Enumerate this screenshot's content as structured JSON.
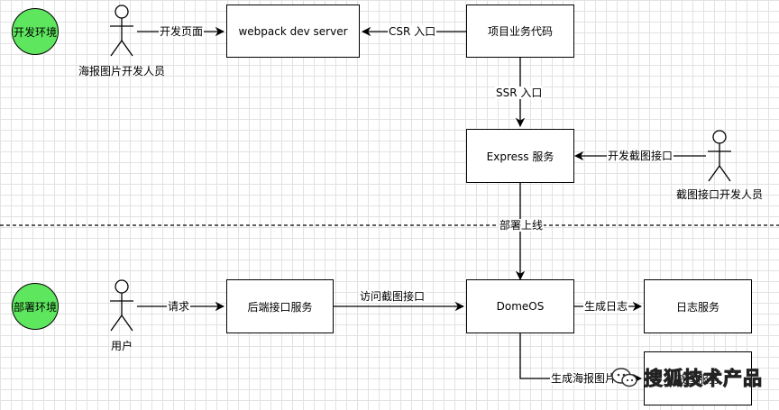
{
  "environments": {
    "dev": "开发环境",
    "deploy": "部署环境"
  },
  "actors": {
    "poster_dev": "海报图片开发人员",
    "screenshot_dev": "截图接口开发人员",
    "user": "用户"
  },
  "nodes": {
    "webpack": "webpack dev server",
    "project_code": "项目业务代码",
    "express": "Express 服务",
    "backend": "后端接口服务",
    "domeos": "DomeOS",
    "log_service": "日志服务",
    "screenshot_service": "截图服务"
  },
  "edges": {
    "dev_page": "开发页面",
    "csr_entry": "CSR 入口",
    "ssr_entry": "SSR 入口",
    "dev_api": "开发截图接口",
    "deploy_online": "部署上线",
    "request": "请求",
    "access_api": "访问截图接口",
    "gen_log": "生成日志",
    "gen_poster": "生成海报图片"
  },
  "watermark": {
    "text": "搜狐技术产品"
  },
  "colors": {
    "env_circle": "#5ee65e",
    "line": "#000000",
    "grid": "#e2e2e2"
  }
}
